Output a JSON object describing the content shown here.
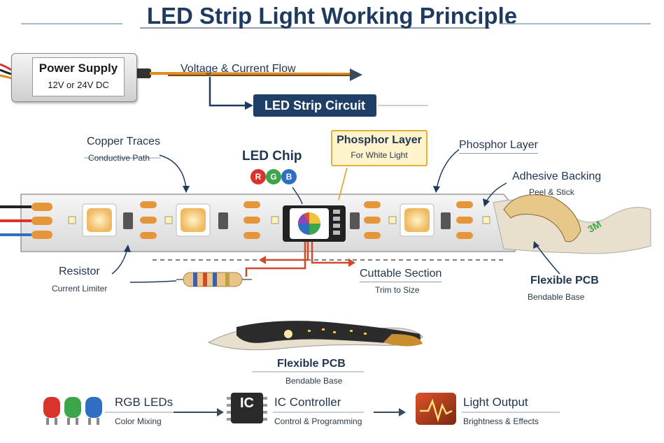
{
  "title": "LED Strip Light Working Principle",
  "power_supply": {
    "label": "Power Supply",
    "spec": "12V or 24V DC"
  },
  "flow_label": "Voltage & Current Flow",
  "circuit_label": "LED Strip Circuit",
  "copper": {
    "title": "Copper Traces",
    "sub": "Conductive Path"
  },
  "led_chip": {
    "title": "LED Chip",
    "r": "R",
    "g": "G",
    "b": "B"
  },
  "phosphor_box": {
    "title": "Phosphor Layer",
    "sub": "For White Light"
  },
  "phosphor_right": {
    "title": "Phosphor Layer"
  },
  "adhesive": {
    "title": "Adhesive Backing",
    "sub": "Peel & Stick",
    "tape_text": "3M"
  },
  "resistor": {
    "title": "Resistor",
    "sub": "Current Limiter"
  },
  "cuttable": {
    "title": "Cuttable Section",
    "sub": "Trim to Size"
  },
  "flex_right": {
    "title": "Flexible PCB",
    "sub": "Bendable Base"
  },
  "flex_center": {
    "title": "Flexible PCB",
    "sub": "Bendable Base"
  },
  "bottom": {
    "rgb": {
      "title": "RGB LEDs",
      "sub": "Color Mixing"
    },
    "ic": {
      "title": "IC Controller",
      "sub": "Control & Programming",
      "icon_text": "IC"
    },
    "output": {
      "title": "Light Output",
      "sub": "Brightness & Effects"
    }
  },
  "colors": {
    "navy": "#1f3a5f",
    "accent_orange": "#e08a1e",
    "red_led": "#d9342b",
    "green_led": "#3ea64a",
    "blue_led": "#2f6fc2"
  }
}
